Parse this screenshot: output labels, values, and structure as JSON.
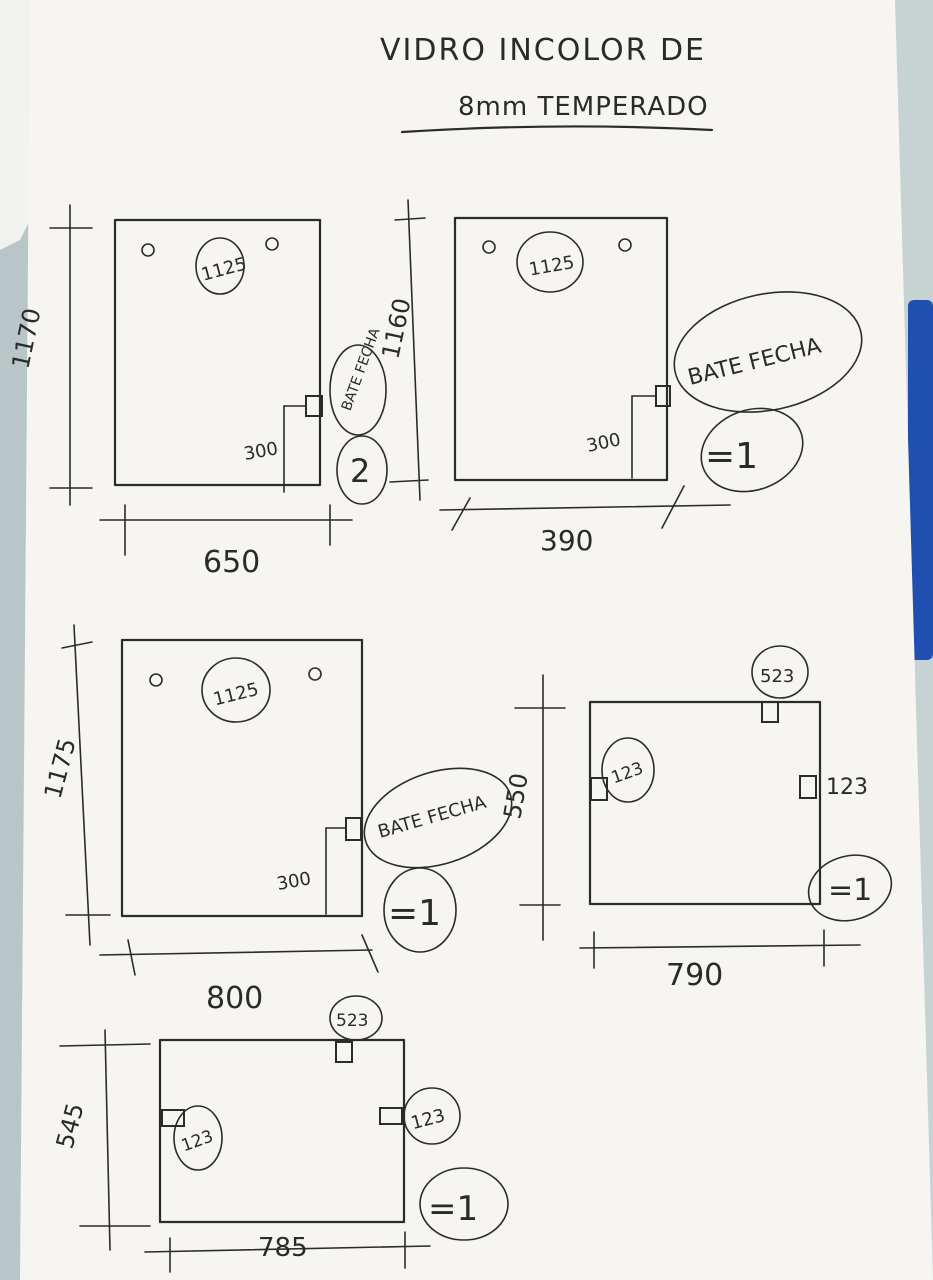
{
  "page": {
    "title_line1": "VIDRO INCOLOR DE",
    "title_line2": "8mm TEMPERADO"
  },
  "drawings": [
    {
      "id": "piece-1",
      "height": "1170",
      "width": "650",
      "hole_diameter": "1125",
      "lock_note": "BATE FECHA",
      "lock_height": "300",
      "quantity": "2"
    },
    {
      "id": "piece-2",
      "height": "1160",
      "width": "390",
      "hole_diameter": "1125",
      "lock_note": "BATE FECHA",
      "lock_height": "300",
      "quantity": "=1"
    },
    {
      "id": "piece-3",
      "height": "1175",
      "width": "800",
      "hole_diameter": "1125",
      "lock_note": "BATE FECHA",
      "lock_height": "300",
      "quantity": "=1"
    },
    {
      "id": "piece-4",
      "height": "550",
      "width": "790",
      "top_hardware": "523",
      "left_hardware": "123",
      "right_hardware": "123",
      "quantity": "=1"
    },
    {
      "id": "piece-5",
      "height": "545",
      "width": "785",
      "top_hardware": "523",
      "left_hardware": "123",
      "right_hardware": "123",
      "quantity": "=1"
    }
  ],
  "colors": {
    "paper": "#f7f5f1",
    "ink": "#2b2b2b",
    "desk": "#b9c6c7",
    "pen_blue": "#1f4fb0"
  }
}
